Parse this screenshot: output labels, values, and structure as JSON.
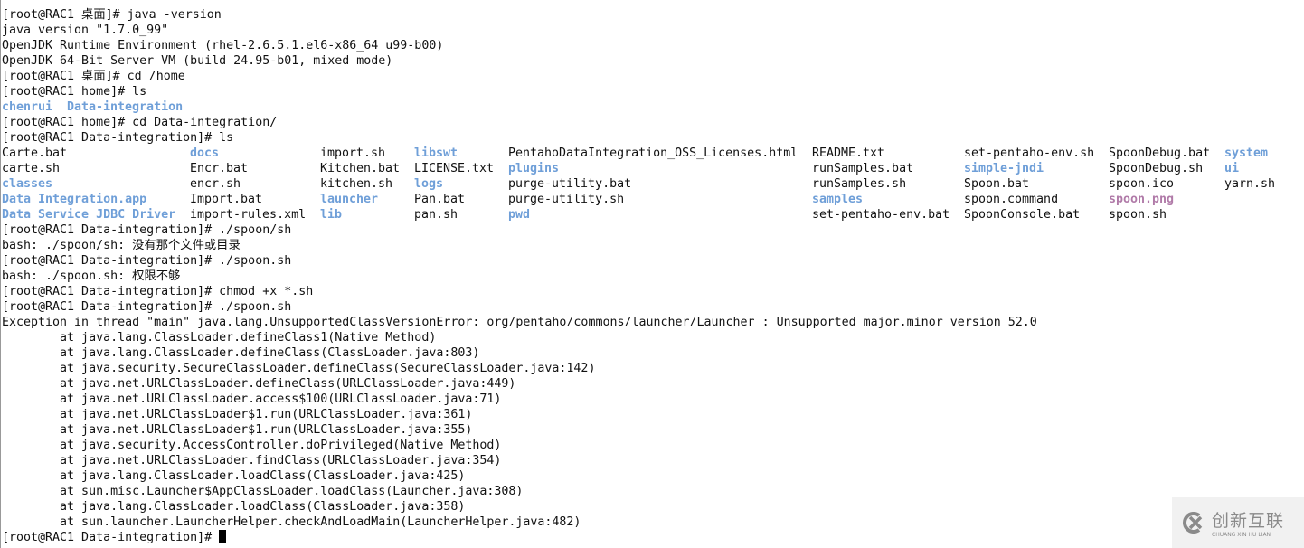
{
  "terminal": {
    "colors": {
      "directory": "#6f9fd8",
      "image": "#b07aa8",
      "text": "#111111",
      "background": "#ffffff"
    },
    "lines_before": [
      "[root@RAC1 桌面]# java -version",
      "java version \"1.7.0_99\"",
      "OpenJDK Runtime Environment (rhel-2.6.5.1.el6-x86_64 u99-b00)",
      "OpenJDK 64-Bit Server VM (build 24.95-b01, mixed mode)",
      "[root@RAC1 桌面]# cd /home",
      "[root@RAC1 home]# ls"
    ],
    "home_listing": [
      {
        "name": "chenrui",
        "type": "dir"
      },
      {
        "name": "Data-integration",
        "type": "dir"
      }
    ],
    "lines_mid": [
      "[root@RAC1 home]# cd Data-integration/",
      "[root@RAC1 Data-integration]# ls"
    ],
    "ls_grid": [
      [
        {
          "name": "Carte.bat",
          "type": "file"
        },
        {
          "name": "docs",
          "type": "dir"
        },
        {
          "name": "import.sh",
          "type": "file"
        },
        {
          "name": "libswt",
          "type": "dir"
        },
        {
          "name": "PentahoDataIntegration_OSS_Licenses.html",
          "type": "file"
        },
        {
          "name": "README.txt",
          "type": "file"
        },
        {
          "name": "set-pentaho-env.sh",
          "type": "file"
        },
        {
          "name": "SpoonDebug.bat",
          "type": "file"
        },
        {
          "name": "system",
          "type": "dir"
        }
      ],
      [
        {
          "name": "carte.sh",
          "type": "file"
        },
        {
          "name": "Encr.bat",
          "type": "file"
        },
        {
          "name": "Kitchen.bat",
          "type": "file"
        },
        {
          "name": "LICENSE.txt",
          "type": "file"
        },
        {
          "name": "plugins",
          "type": "dir"
        },
        {
          "name": "runSamples.bat",
          "type": "file"
        },
        {
          "name": "simple-jndi",
          "type": "dir"
        },
        {
          "name": "SpoonDebug.sh",
          "type": "file"
        },
        {
          "name": "ui",
          "type": "dir"
        }
      ],
      [
        {
          "name": "classes",
          "type": "dir"
        },
        {
          "name": "encr.sh",
          "type": "file"
        },
        {
          "name": "kitchen.sh",
          "type": "file"
        },
        {
          "name": "logs",
          "type": "dir"
        },
        {
          "name": "purge-utility.bat",
          "type": "file"
        },
        {
          "name": "runSamples.sh",
          "type": "file"
        },
        {
          "name": "Spoon.bat",
          "type": "file"
        },
        {
          "name": "spoon.ico",
          "type": "file"
        },
        {
          "name": "yarn.sh",
          "type": "file"
        }
      ],
      [
        {
          "name": "Data Integration.app",
          "type": "dir"
        },
        {
          "name": "Import.bat",
          "type": "file"
        },
        {
          "name": "launcher",
          "type": "dir"
        },
        {
          "name": "Pan.bat",
          "type": "file"
        },
        {
          "name": "purge-utility.sh",
          "type": "file"
        },
        {
          "name": "samples",
          "type": "dir"
        },
        {
          "name": "spoon.command",
          "type": "file"
        },
        {
          "name": "spoon.png",
          "type": "img"
        },
        null
      ],
      [
        {
          "name": "Data Service JDBC Driver",
          "type": "dir"
        },
        {
          "name": "import-rules.xml",
          "type": "file"
        },
        {
          "name": "lib",
          "type": "dir"
        },
        {
          "name": "pan.sh",
          "type": "file"
        },
        {
          "name": "pwd",
          "type": "dir"
        },
        {
          "name": "set-pentaho-env.bat",
          "type": "file"
        },
        {
          "name": "SpoonConsole.bat",
          "type": "file"
        },
        {
          "name": "spoon.sh",
          "type": "file"
        },
        null
      ]
    ],
    "lines_after": [
      "[root@RAC1 Data-integration]# ./spoon/sh",
      "bash: ./spoon/sh: 没有那个文件或目录",
      "[root@RAC1 Data-integration]# ./spoon.sh",
      "bash: ./spoon.sh: 权限不够",
      "[root@RAC1 Data-integration]# chmod +x *.sh",
      "[root@RAC1 Data-integration]# ./spoon.sh",
      "Exception in thread \"main\" java.lang.UnsupportedClassVersionError: org/pentaho/commons/launcher/Launcher : Unsupported major.minor version 52.0",
      "        at java.lang.ClassLoader.defineClass1(Native Method)",
      "        at java.lang.ClassLoader.defineClass(ClassLoader.java:803)",
      "        at java.security.SecureClassLoader.defineClass(SecureClassLoader.java:142)",
      "        at java.net.URLClassLoader.defineClass(URLClassLoader.java:449)",
      "        at java.net.URLClassLoader.access$100(URLClassLoader.java:71)",
      "        at java.net.URLClassLoader$1.run(URLClassLoader.java:361)",
      "        at java.net.URLClassLoader$1.run(URLClassLoader.java:355)",
      "        at java.security.AccessController.doPrivileged(Native Method)",
      "        at java.net.URLClassLoader.findClass(URLClassLoader.java:354)",
      "        at java.lang.ClassLoader.loadClass(ClassLoader.java:425)",
      "        at sun.misc.Launcher$AppClassLoader.loadClass(Launcher.java:308)",
      "        at java.lang.ClassLoader.loadClass(ClassLoader.java:358)",
      "        at sun.launcher.LauncherHelper.checkAndLoadMain(LauncherHelper.java:482)"
    ],
    "final_prompt": "[root@RAC1 Data-integration]# "
  },
  "watermark": {
    "logo_icon": "cx-logo-icon",
    "title": "创新互联",
    "subtitle": "CHUANG XIN HU LIAN"
  }
}
